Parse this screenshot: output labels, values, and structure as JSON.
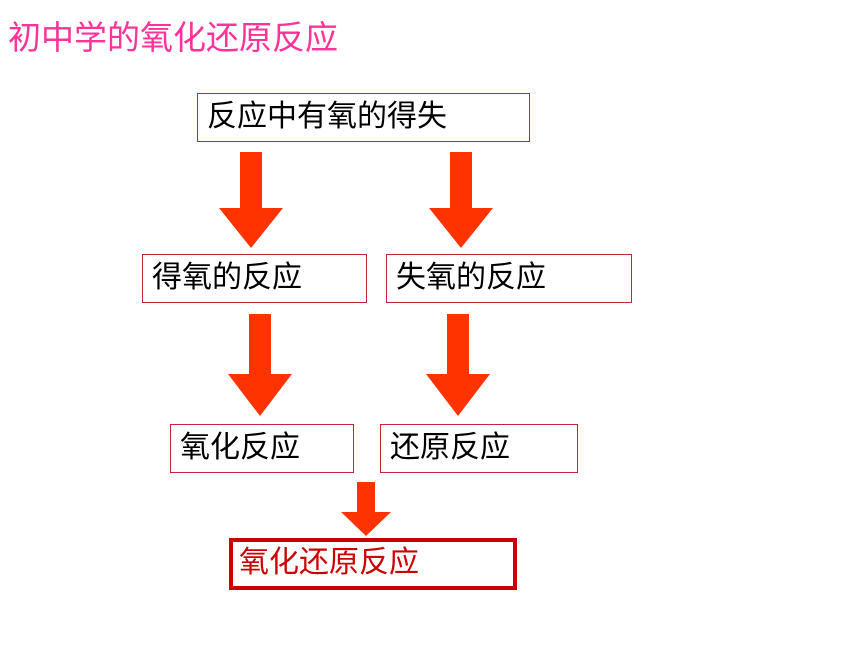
{
  "title": "初中学的氧化还原反应",
  "nodes": {
    "top": "反应中有氧的得失",
    "gain_oxygen": "得氧的反应",
    "lose_oxygen": "失氧的反应",
    "oxidation": "氧化反应",
    "reduction": "还原反应",
    "result": "氧化还原反应"
  },
  "colors": {
    "title": "#ff3399",
    "arrow": "#ff3300",
    "node_border": "#cc2233",
    "result": "#cc0000"
  }
}
